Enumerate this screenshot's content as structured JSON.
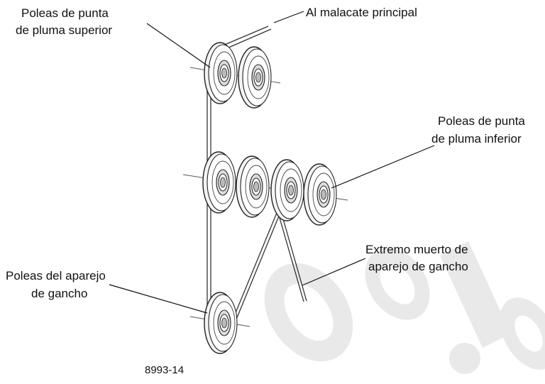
{
  "labels": {
    "upper_sheaves_line1": "Poleas de punta",
    "upper_sheaves_line2": "de pluma superior",
    "main_hoist": "Al malacate principal",
    "lower_sheaves_line1": "Poleas de punta",
    "lower_sheaves_line2": "de pluma inferior",
    "dead_end_line1": "Extremo muerto de",
    "dead_end_line2": "aparejo de gancho",
    "hook_block_line1": "Poleas del aparejo",
    "hook_block_line2": "de gancho",
    "figure_number": "8993-14"
  },
  "watermark": "por ia"
}
